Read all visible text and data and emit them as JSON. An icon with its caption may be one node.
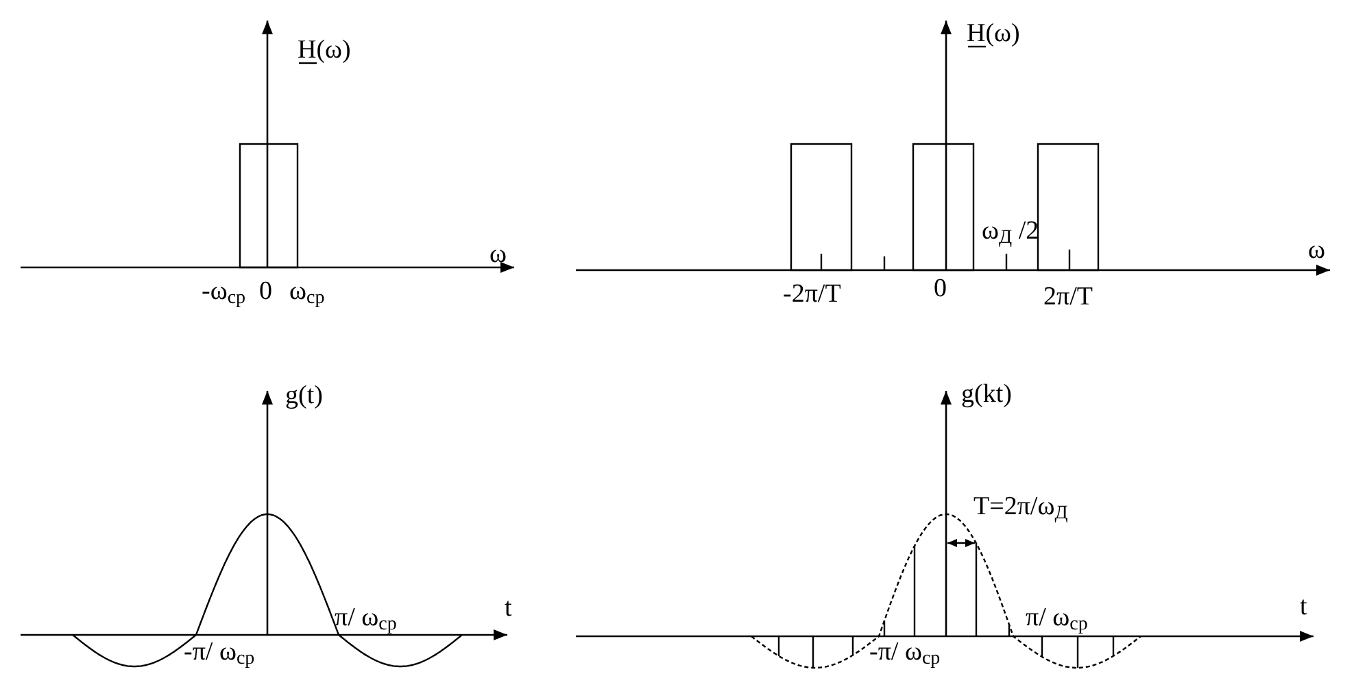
{
  "diagram": {
    "labels": [
      "H(ω)",
      "H(ω)",
      "ω",
      "ω$_{Д}$ /2",
      "ω",
      "-ω$_{ср}$",
      "0",
      "ω$_{ср}$",
      "-2π/T",
      "0",
      "2π/T",
      "g(t)",
      "g(kt)",
      "T=2π/ω$_{Д}$",
      "t",
      "π/ ω$_{ср}$",
      "t",
      "π/ ω$_{ср}$",
      "-π/ ω$_{ср}$",
      "-π/ ω$_{ср}$"
    ]
  }
}
